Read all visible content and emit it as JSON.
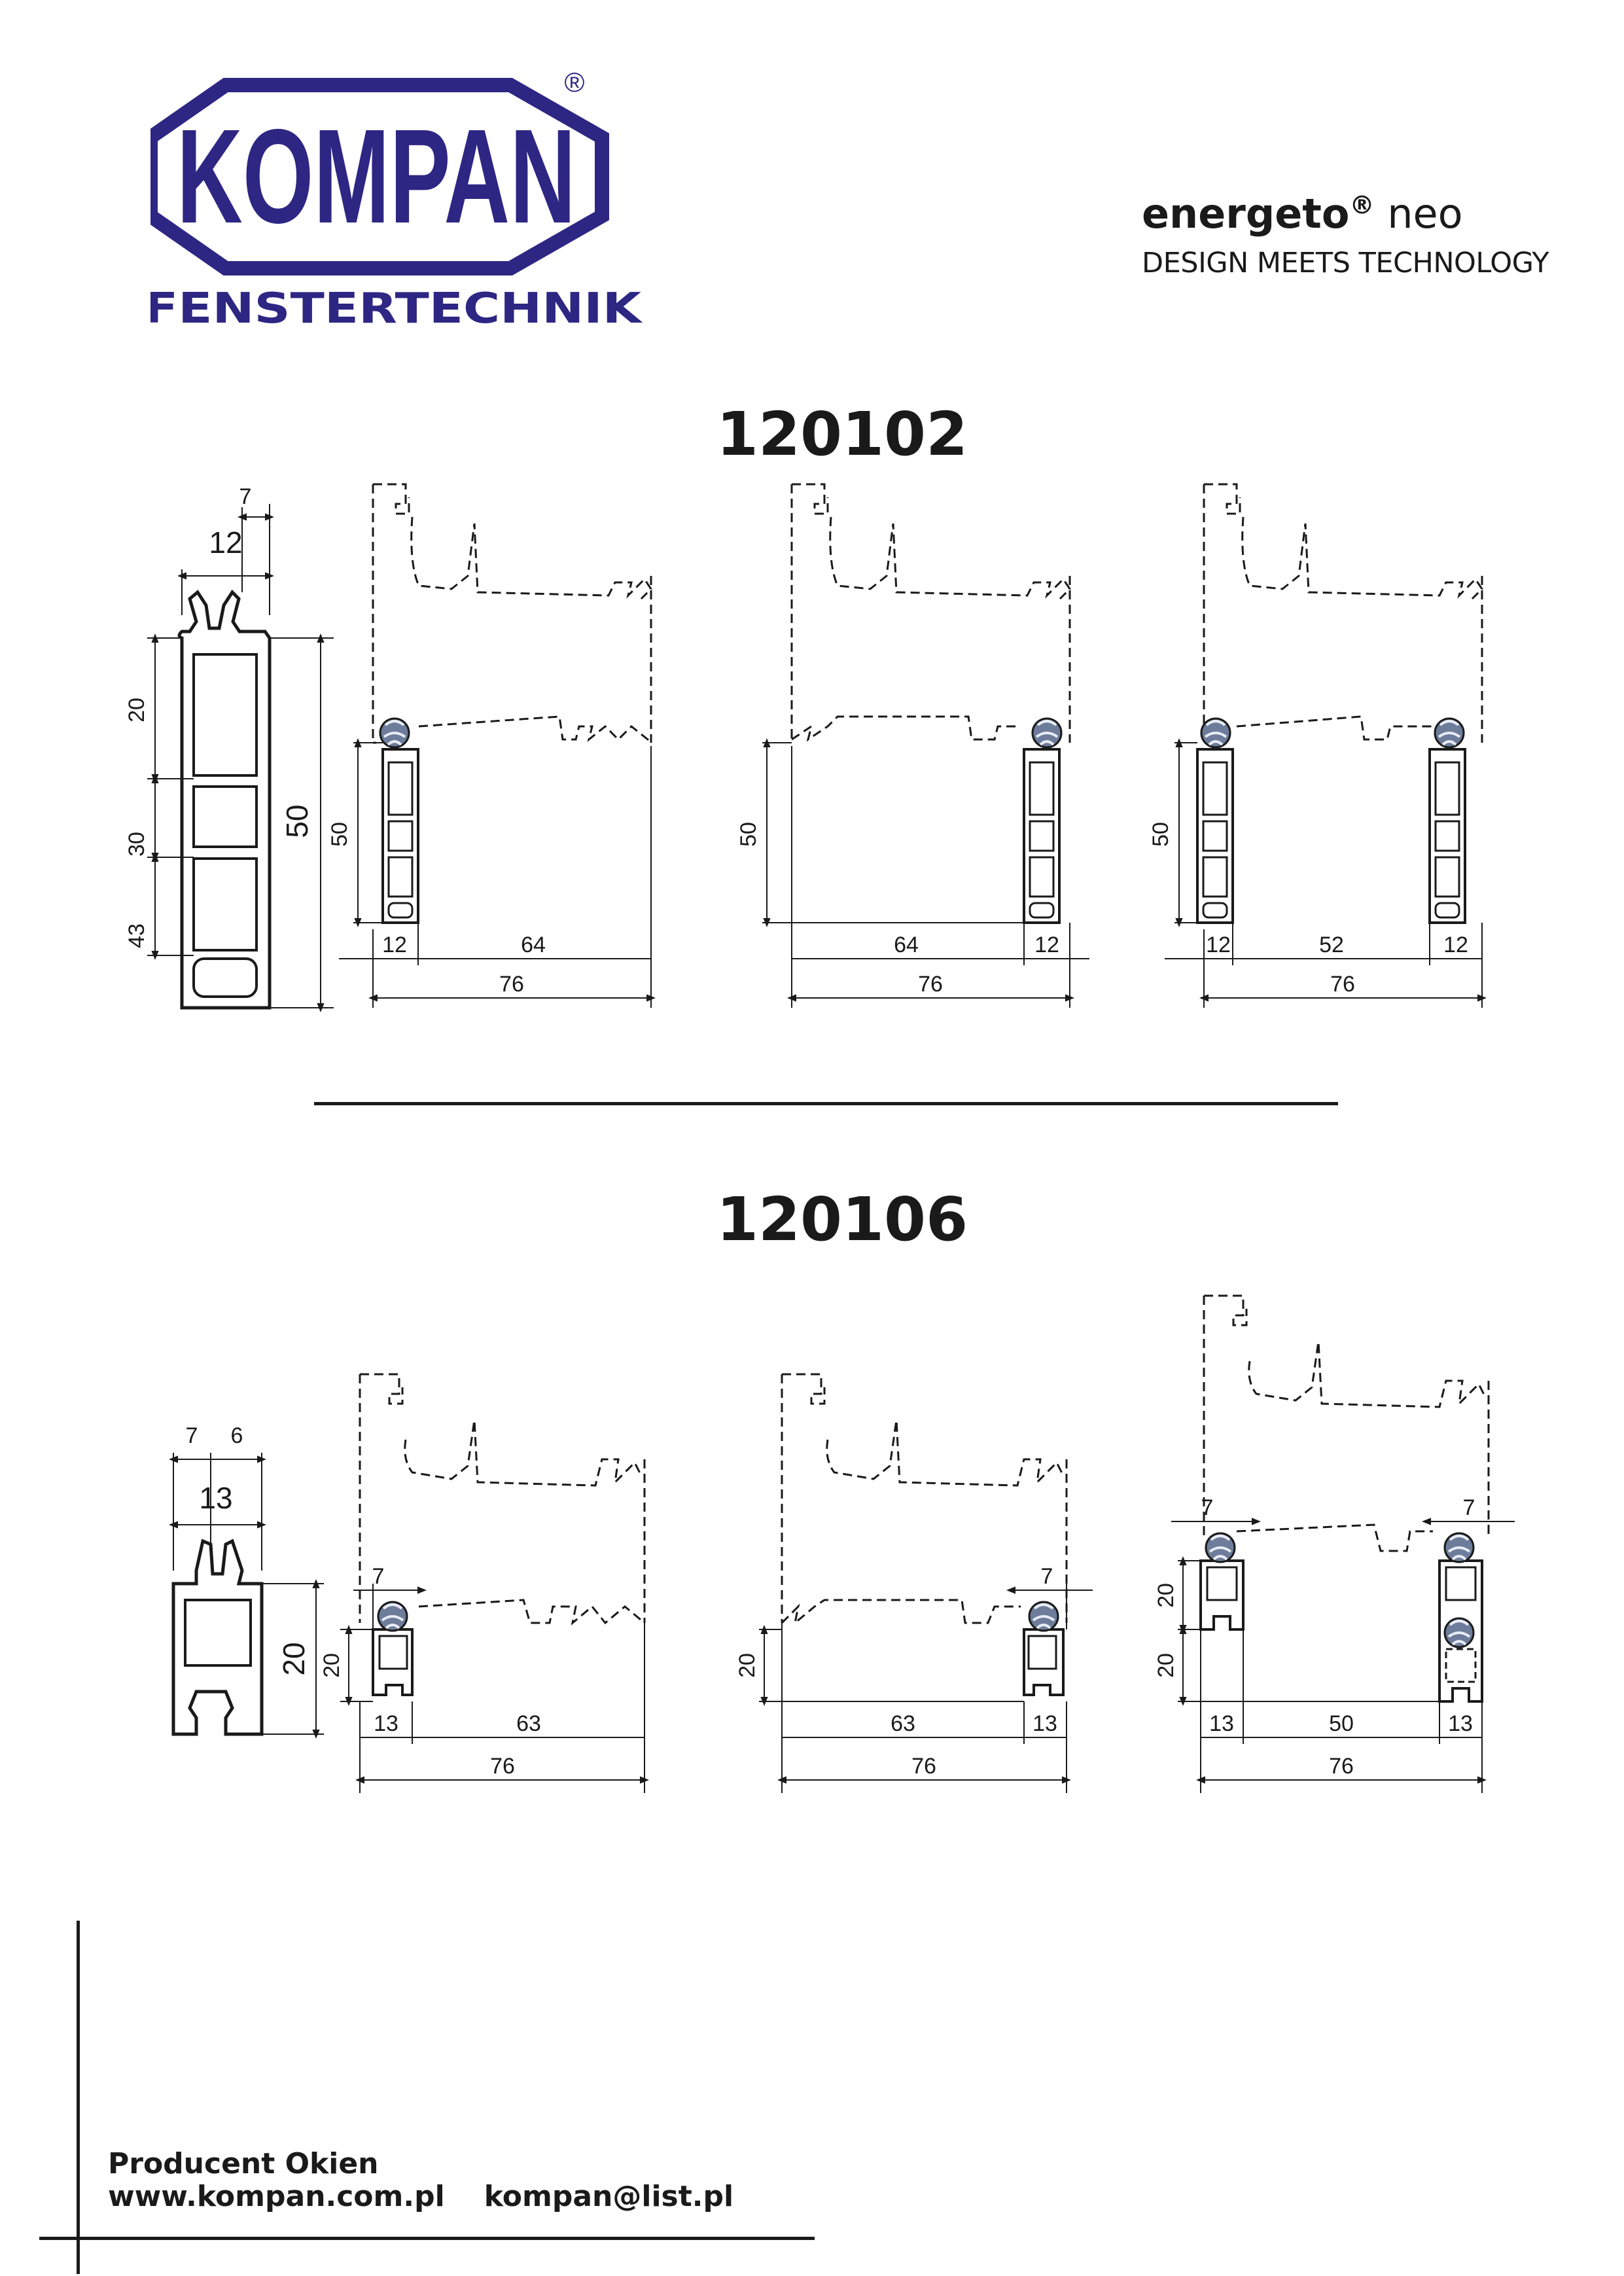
{
  "logo": {
    "wordmark": "KOMPAN",
    "registered": "®",
    "subline": "FENSTERTECHNIK",
    "color": "#2e2683"
  },
  "brand": {
    "name": "energeto",
    "registered": "®",
    "suffix": " neo",
    "tagline": "DESIGN MEETS TECHNOLOGY"
  },
  "sections": {
    "first_code": "120102",
    "second_code": "120106"
  },
  "dims_120102": {
    "profile": {
      "top_offset": "7",
      "width": "12",
      "h_upper": "20",
      "h_mid": "30",
      "h_lower": "43",
      "total": "50"
    },
    "drawing1": {
      "height": "50",
      "left": "12",
      "inner": "64",
      "total": "76"
    },
    "drawing2": {
      "height": "50",
      "inner": "64",
      "right": "12",
      "total": "76"
    },
    "drawing3": {
      "height": "50",
      "left": "12",
      "inner": "52",
      "right": "12",
      "total": "76"
    }
  },
  "dims_120106": {
    "profile": {
      "a": "7",
      "b": "6",
      "width": "13",
      "height": "20"
    },
    "drawing1": {
      "offset": "7",
      "height": "20",
      "left": "13",
      "inner": "63",
      "total": "76"
    },
    "drawing2": {
      "offset": "7",
      "height": "20",
      "inner": "63",
      "right": "13",
      "total": "76"
    },
    "drawing3": {
      "offset_left": "7",
      "offset_right": "7",
      "height_upper": "20",
      "height_lower": "20",
      "left": "13",
      "inner": "50",
      "right": "13",
      "total": "76"
    }
  },
  "footer": {
    "title": "Producent Okien",
    "website": "www.kompan.com.pl",
    "email": "kompan@list.pl"
  }
}
